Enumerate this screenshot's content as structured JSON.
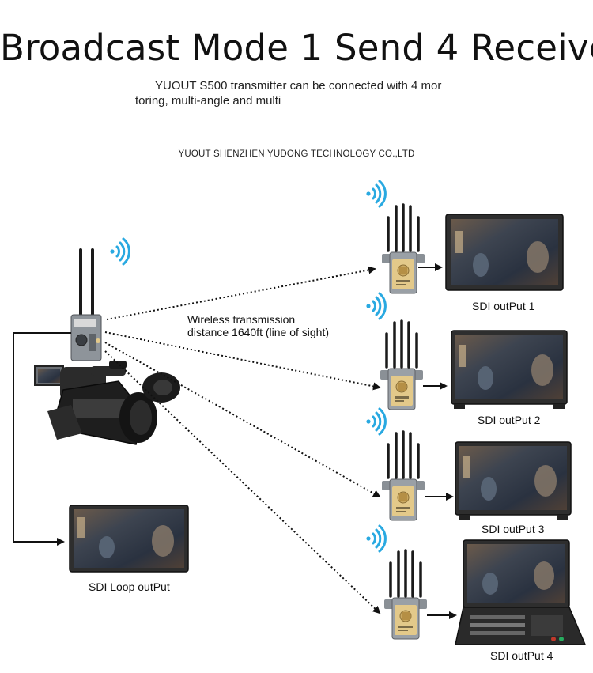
{
  "title": "Broadcast Mode 1 Send 4 Receive",
  "description": {
    "line1": "YUOUT S500 transmitter can be connected with 4 mor",
    "line2": "toring, multi-angle and multi"
  },
  "company": "YUOUT SHENZHEN YUDONG TECHNOLOGY CO.,LTD",
  "distance": {
    "line1": "Wireless transmission",
    "line2": "distance 1640ft (line of sight)"
  },
  "outputs": [
    {
      "label": "SDI outPut 1"
    },
    {
      "label": "SDI outPut 2"
    },
    {
      "label": "SDI outPut 3"
    },
    {
      "label": "SDI outPut 4"
    }
  ],
  "loop_output": {
    "label": "SDI Loop outPut"
  },
  "colors": {
    "wifi": "#29a9e1",
    "receiver_plate": "#e3c98a",
    "device_body": "#9aa0a6",
    "arrow": "#111111"
  }
}
